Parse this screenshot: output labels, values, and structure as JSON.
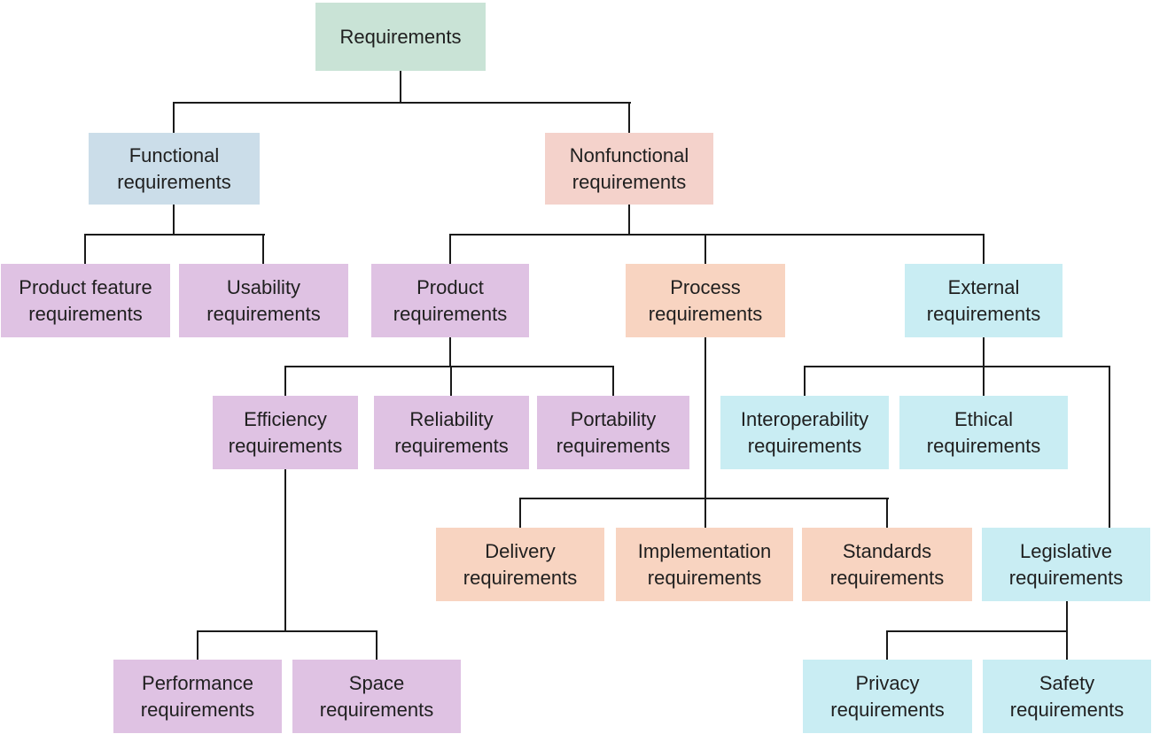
{
  "figure": {
    "type": "hierarchy-tree",
    "description": "Requirements classification tree"
  },
  "colors": {
    "root": "#c9e3d6",
    "functional": "#cbdde9",
    "nonfunctional": "#f4d2cb",
    "product": "#dfc2e3",
    "process": "#f8d4c1",
    "external": "#c9edf3",
    "line": "#1a1a1a",
    "text": "#1f1f1f"
  },
  "nodes": {
    "requirements": {
      "label": "Requirements",
      "parent": null,
      "group": "root"
    },
    "functional": {
      "label": "Functional requirements",
      "parent": "requirements",
      "group": "functional"
    },
    "nonfunctional": {
      "label": "Nonfunctional requirements",
      "parent": "requirements",
      "group": "nonfunctional"
    },
    "product_feature": {
      "label": "Product feature requirements",
      "parent": "functional",
      "group": "product"
    },
    "usability": {
      "label": "Usability requirements",
      "parent": "functional",
      "group": "product"
    },
    "product": {
      "label": "Product requirements",
      "parent": "nonfunctional",
      "group": "product"
    },
    "process": {
      "label": "Process requirements",
      "parent": "nonfunctional",
      "group": "process"
    },
    "external": {
      "label": "External requirements",
      "parent": "nonfunctional",
      "group": "external"
    },
    "efficiency": {
      "label": "Efficiency requirements",
      "parent": "product",
      "group": "product"
    },
    "reliability": {
      "label": "Reliability requirements",
      "parent": "product",
      "group": "product"
    },
    "portability": {
      "label": "Portability requirements",
      "parent": "product",
      "group": "product"
    },
    "interoperability": {
      "label": "Interoperability requirements",
      "parent": "external",
      "group": "external"
    },
    "ethical": {
      "label": "Ethical requirements",
      "parent": "external",
      "group": "external"
    },
    "legislative": {
      "label": "Legislative requirements",
      "parent": "external",
      "group": "external"
    },
    "delivery": {
      "label": "Delivery requirements",
      "parent": "process",
      "group": "process"
    },
    "implementation": {
      "label": "Implementation requirements",
      "parent": "process",
      "group": "process"
    },
    "standards": {
      "label": "Standards requirements",
      "parent": "process",
      "group": "process"
    },
    "performance": {
      "label": "Performance requirements",
      "parent": "efficiency",
      "group": "product"
    },
    "space": {
      "label": "Space requirements",
      "parent": "efficiency",
      "group": "product"
    },
    "privacy": {
      "label": "Privacy requirements",
      "parent": "legislative",
      "group": "external"
    },
    "safety": {
      "label": "Safety requirements",
      "parent": "legislative",
      "group": "external"
    }
  }
}
